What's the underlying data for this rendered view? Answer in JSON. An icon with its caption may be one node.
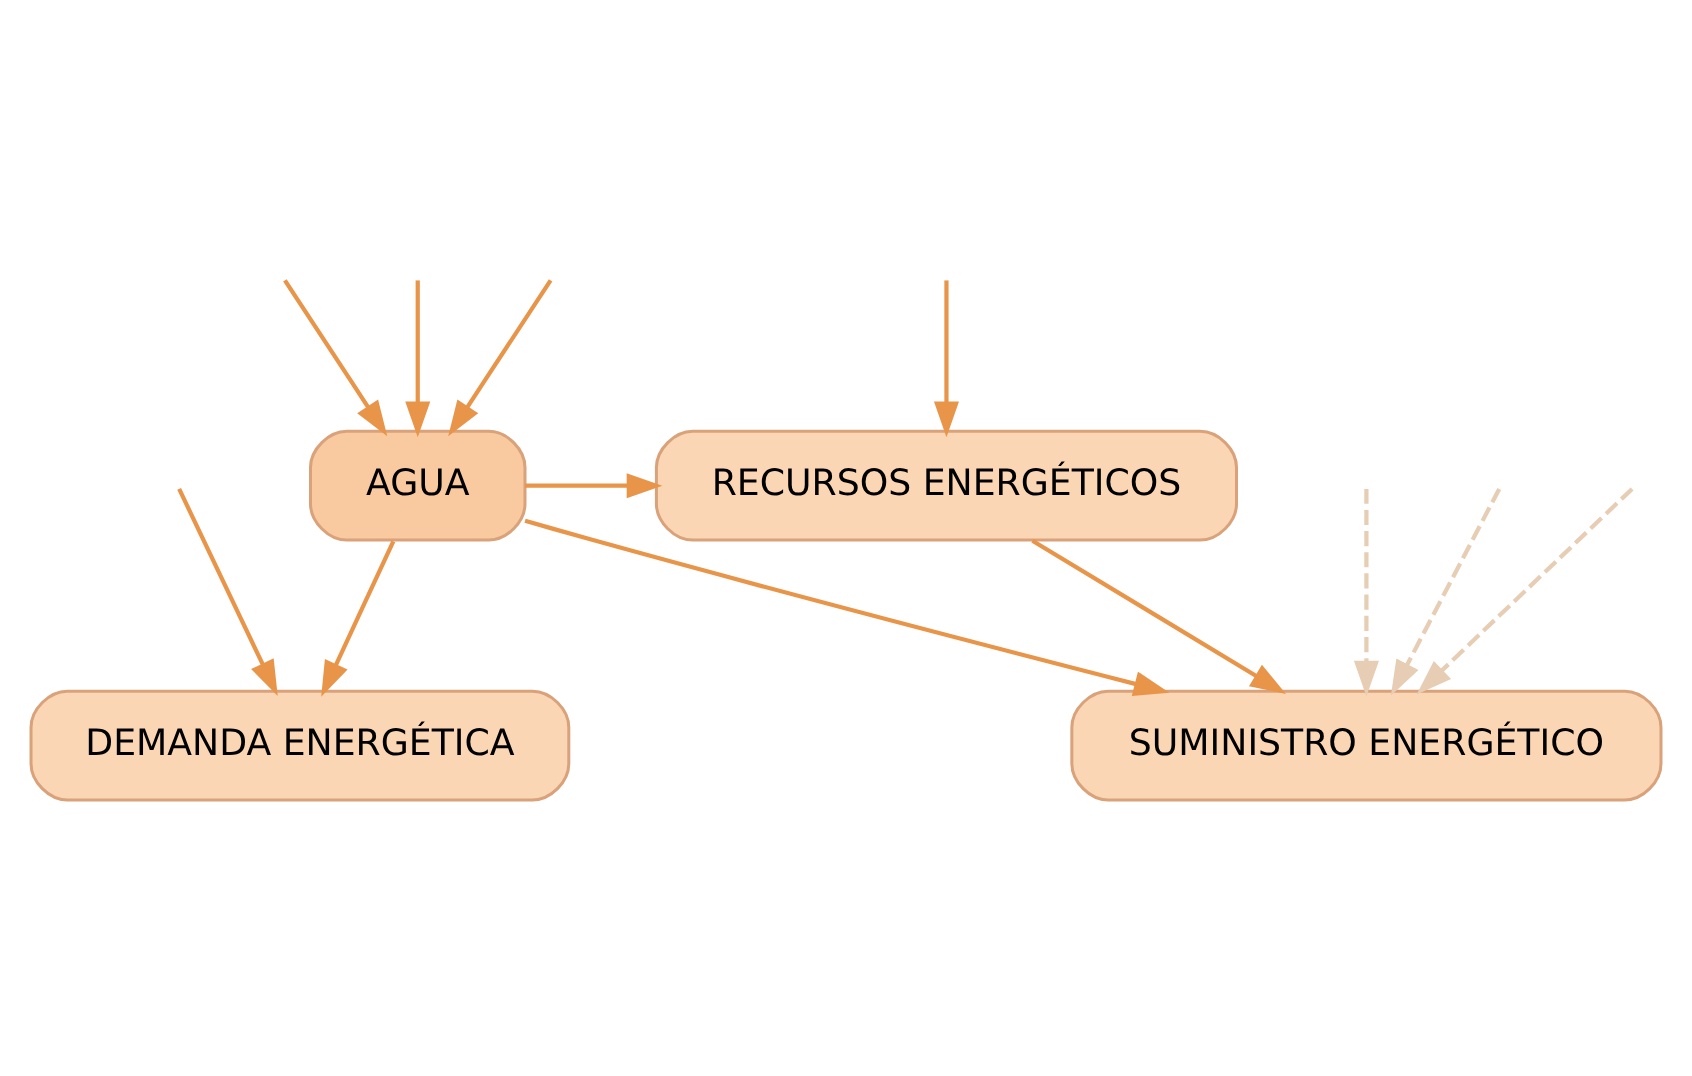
{
  "diagram": {
    "nodes": [
      {
        "text": [
          "AGUA"
        ]
      },
      {
        "text": [
          "RECURSOS ENERGÉTICOS"
        ]
      },
      {
        "text": [
          "DEMANDA ENERGÉTICA"
        ]
      },
      {
        "text": [
          "SUMINISTRO ENERGÉTICO"
        ]
      }
    ],
    "edges": [
      {
        "from": null,
        "to": 0,
        "arrow": "to"
      },
      {
        "from": null,
        "to": 0,
        "arrow": "to"
      },
      {
        "from": null,
        "to": 0,
        "arrow": "to"
      },
      {
        "from": null,
        "to": 1,
        "arrow": "to"
      },
      {
        "from": 0,
        "to": 1,
        "arrow": "to"
      },
      {
        "from": null,
        "to": 2,
        "arrow": "to"
      },
      {
        "from": 0,
        "to": 2,
        "arrow": "to"
      },
      {
        "from": 0,
        "to": 3,
        "arrow": "to"
      },
      {
        "from": 1,
        "to": 3,
        "arrow": "to"
      },
      {
        "from": null,
        "to": 3,
        "arrow": "to",
        "style": "dashed",
        "color": "#e6cdb4"
      },
      {
        "from": null,
        "to": 3,
        "arrow": "to",
        "style": "dashed",
        "color": "#e6cdb4"
      },
      {
        "from": null,
        "to": 3,
        "arrow": "to",
        "style": "dashed",
        "color": "#e6cdb4"
      }
    ]
  }
}
